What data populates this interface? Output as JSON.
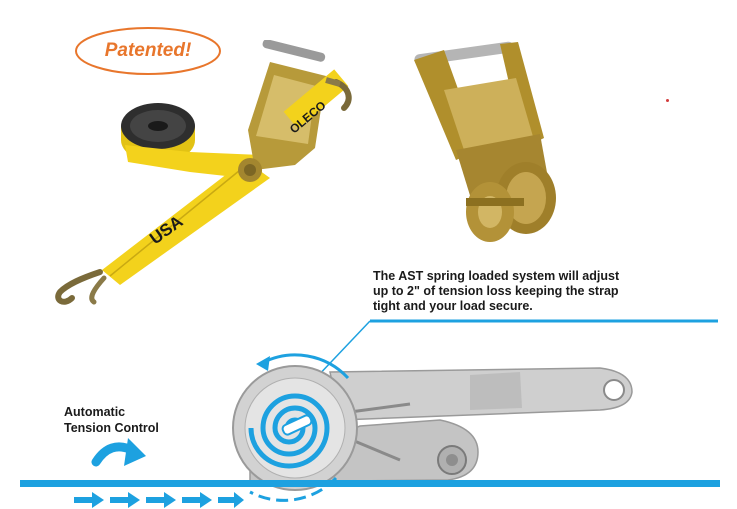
{
  "badge": {
    "text": "Patented!",
    "color": "#e8762c"
  },
  "strap_print": {
    "left": "USA",
    "right": "OLECO"
  },
  "caption": {
    "line1": "The AST spring loaded system will adjust",
    "line2": "up to 2\" of tension loss keeping the strap",
    "line3": "tight and your load secure."
  },
  "label": {
    "line1": "Automatic",
    "line2": "Tension Control"
  },
  "colors": {
    "accent_blue": "#1da1e0",
    "strap_yellow": "#f3d21c",
    "metal_gold": "#b79a3a",
    "diagram_gray": "#c9c9c9"
  },
  "icons": [
    "curved-arrow-icon",
    "flow-arrow-icon"
  ]
}
